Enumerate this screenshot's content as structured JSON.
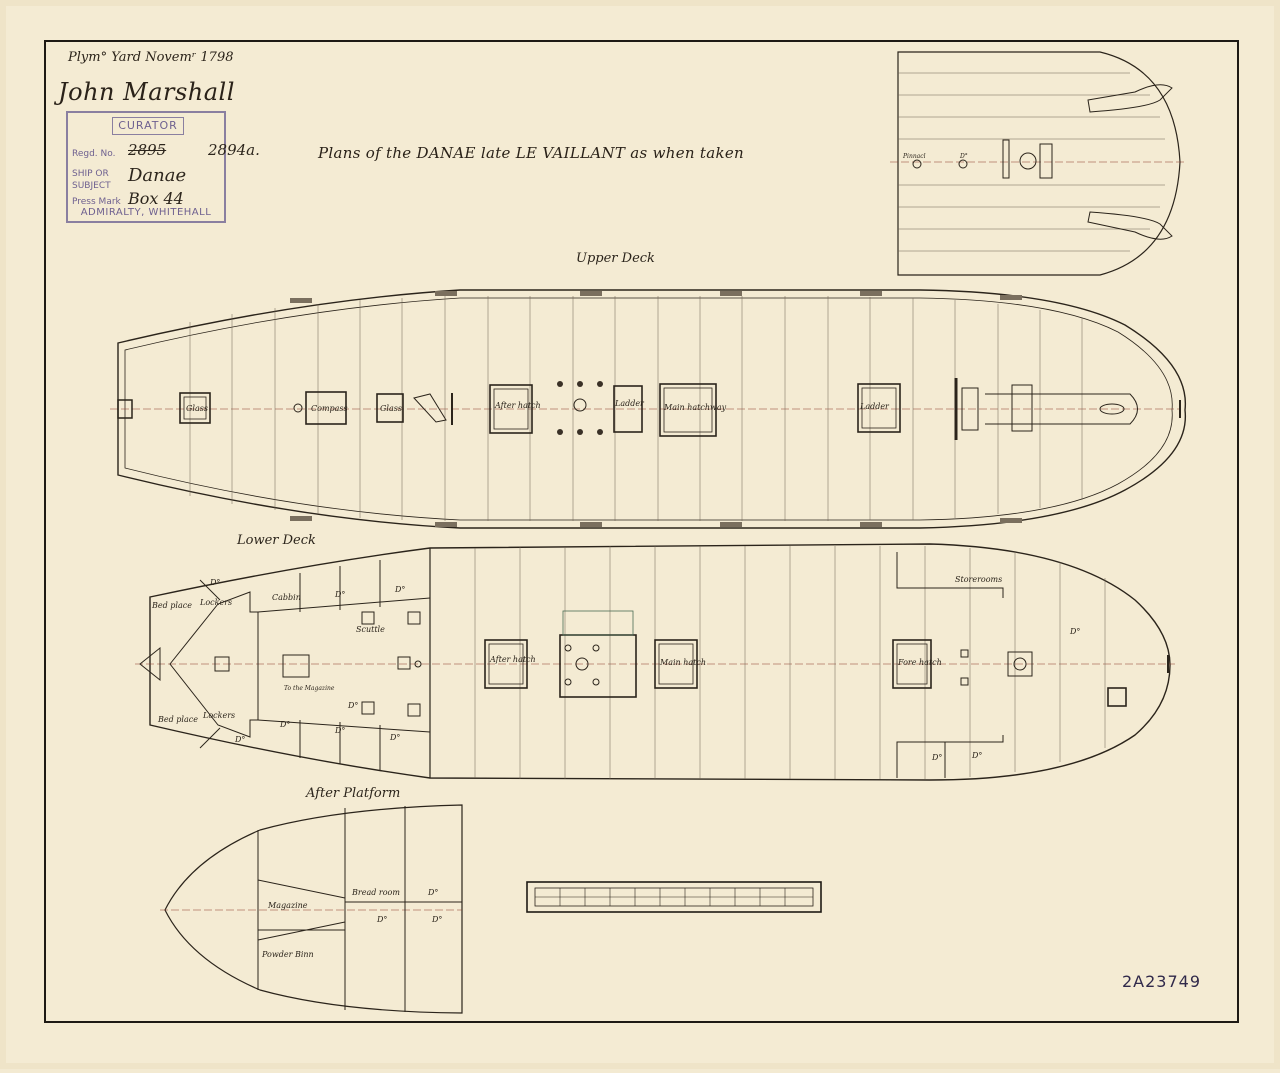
{
  "header": {
    "yard_note": "Plym° Yard Novemʳ 1798",
    "signature": "John Marshall",
    "title": "Plans of the DANAE late LE VAILLANT as when taken"
  },
  "stamp": {
    "heading": "CURATOR",
    "regd_label": "Regd. No.",
    "regd_struck": "2895",
    "regd_value": "2894a.",
    "ship_label_1": "SHIP OR",
    "ship_label_2": "SUBJECT",
    "ship_value": "Danae",
    "press_label": "Press Mark",
    "press_value": "Box 44",
    "footer": "ADMIRALTY, WHITEHALL"
  },
  "decks": {
    "upper_deck": {
      "title": "Upper Deck",
      "labels": [
        "Glass",
        "Compass",
        "Glass",
        "After hatch",
        "Ladder",
        "Main hatchway",
        "Ladder"
      ]
    },
    "lower_deck": {
      "title": "Lower Deck",
      "labels": [
        "Bed place",
        "D°",
        "Lockers",
        "Cabbin",
        "D°",
        "D°",
        "Scuttle",
        "To the Magazine",
        "Bed place",
        "Lockers",
        "D°",
        "D°",
        "D°",
        "D°",
        "D°",
        "After hatch",
        "Main hatch",
        "Fore hatch",
        "Storerooms",
        "D°",
        "D°",
        "D°"
      ]
    },
    "after_platform": {
      "title": "After Platform",
      "labels": [
        "Magazine",
        "Bread room",
        "D°",
        "D°",
        "D°",
        "Powder Binn"
      ]
    },
    "fore_plan": {
      "labels": [
        "Pinnacl",
        "D°"
      ]
    }
  },
  "catalogue_number": "2A23749"
}
